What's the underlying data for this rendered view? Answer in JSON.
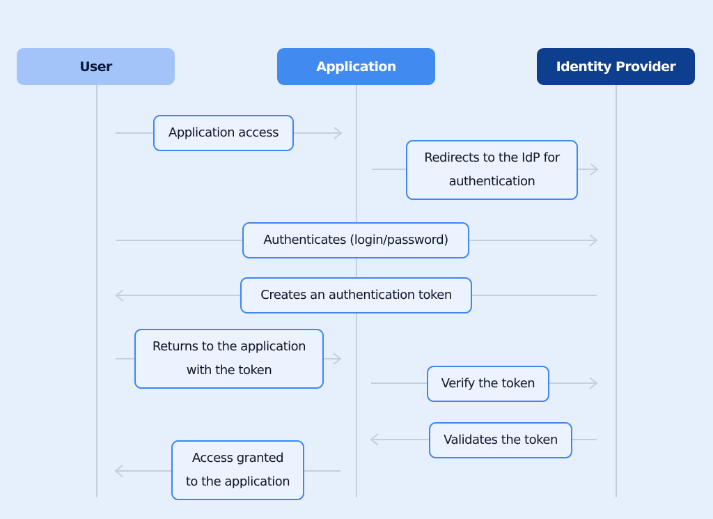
{
  "actors": {
    "user": "User",
    "application": "Application",
    "identity_provider": "Identity Provider"
  },
  "colors": {
    "background": "#e6f0fc",
    "user_header": "#a3c4f8",
    "application_header": "#418af0",
    "identity_provider_header": "#0e3f8f",
    "message_border": "#3f86ee",
    "lifeline": "#c5cedb"
  },
  "messages": [
    {
      "from": "user",
      "to": "application",
      "label": "Application access"
    },
    {
      "from": "application",
      "to": "identity_provider",
      "label": "Redirects to the IdP for\nauthentication"
    },
    {
      "from": "user",
      "to": "identity_provider",
      "label": "Authenticates (login/password)"
    },
    {
      "from": "identity_provider",
      "to": "user",
      "label": "Creates an authentication token"
    },
    {
      "from": "user",
      "to": "application",
      "label": "Returns to the application\nwith the token"
    },
    {
      "from": "application",
      "to": "identity_provider",
      "label": "Verify the token"
    },
    {
      "from": "identity_provider",
      "to": "application",
      "label": "Validates the token"
    },
    {
      "from": "application",
      "to": "user",
      "label": "Access granted\nto the application"
    }
  ]
}
